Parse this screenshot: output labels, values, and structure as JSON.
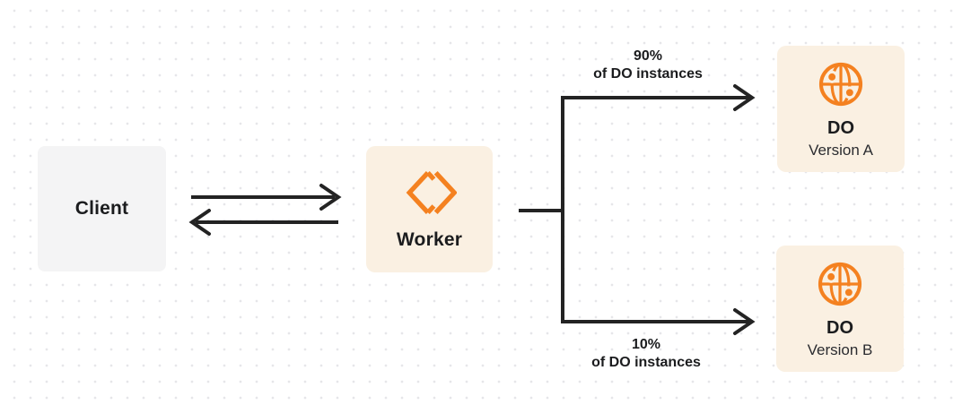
{
  "colors": {
    "accent_orange": "#F48120",
    "node_cream": "#FAF0E2",
    "node_gray": "#F4F4F5",
    "line_dark": "#232323",
    "text_dark": "#1B1C1E",
    "subtitle_dark": "#2B2C30",
    "dot_grid": "#E6E6E9",
    "canvas_bg": "#FFFFFF"
  },
  "nodes": {
    "client": {
      "label": "Client"
    },
    "worker": {
      "label": "Worker",
      "icon": "cloudflare-workers-icon"
    },
    "do_version_a": {
      "title": "DO",
      "subtitle": "Version A",
      "icon": "durable-object-globe-icon"
    },
    "do_version_b": {
      "title": "DO",
      "subtitle": "Version B",
      "icon": "durable-object-globe-icon"
    }
  },
  "labels": {
    "top_branch": {
      "percent": "90%",
      "caption": "of DO instances"
    },
    "bottom_branch": {
      "percent": "10%",
      "caption": "of DO instances"
    }
  }
}
